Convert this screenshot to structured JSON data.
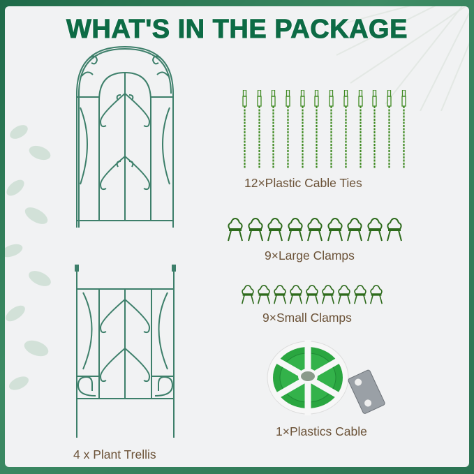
{
  "title": "WHAT'S IN THE PACKAGE",
  "items": [
    {
      "label": "4 x Plant Trellis",
      "count": 4
    },
    {
      "label": "12×Plastic Cable Ties",
      "count": 12
    },
    {
      "label": "9×Large Clamps",
      "count": 9
    },
    {
      "label": "9×Small Clamps",
      "count": 9
    },
    {
      "label": "1×Plastics Cable",
      "count": 1
    }
  ],
  "colors": {
    "title": "#0d6b45",
    "caption": "#6b5237",
    "trellis": "#3d7f6a",
    "tie": "#3f8a22",
    "clamp": "#2e6b1c",
    "cable": "#2aa640",
    "background": "#f1f2f3",
    "border": "#2f7a57"
  }
}
